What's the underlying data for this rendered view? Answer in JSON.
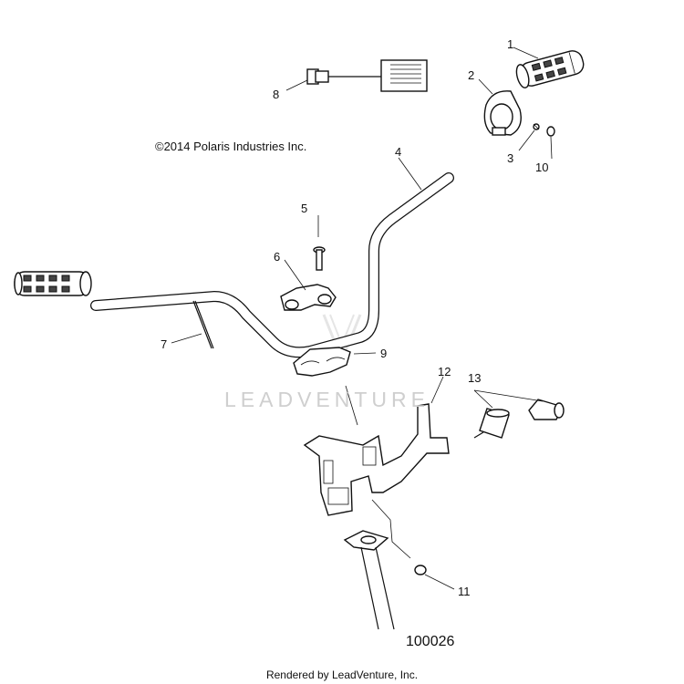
{
  "copyright": "©2014 Polaris Industries Inc.",
  "watermark": "LEADVENTURE",
  "reference_number": "100026",
  "footer": "Rendered by LeadVenture, Inc.",
  "callouts": {
    "c1": "1",
    "c2": "2",
    "c3": "3",
    "c4": "4",
    "c5": "5",
    "c6": "6",
    "c7": "7",
    "c8": "8",
    "c9": "9",
    "c10": "10",
    "c11": "11",
    "c12": "12",
    "c13": "13"
  }
}
